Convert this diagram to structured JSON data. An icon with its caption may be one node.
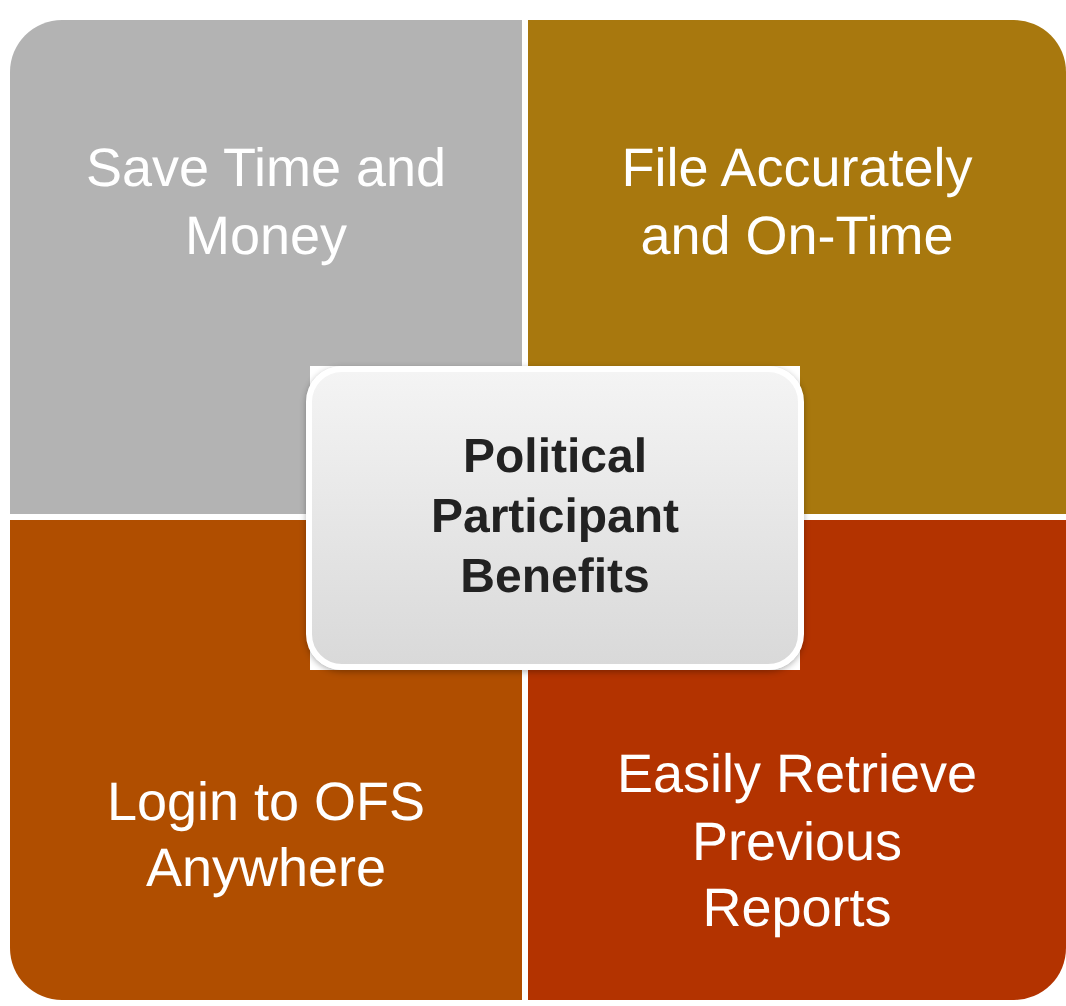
{
  "diagram": {
    "nodes": [
      {
        "text": [
          "Save Time and Money"
        ]
      },
      {
        "text": [
          "File Accurately and On-Time"
        ]
      },
      {
        "text": [
          "Political Participant Benefits"
        ]
      },
      {
        "text": [
          "Login to OFS Anywhere"
        ]
      },
      {
        "text": [
          "Easily Retrieve Previous Reports"
        ]
      }
    ]
  }
}
